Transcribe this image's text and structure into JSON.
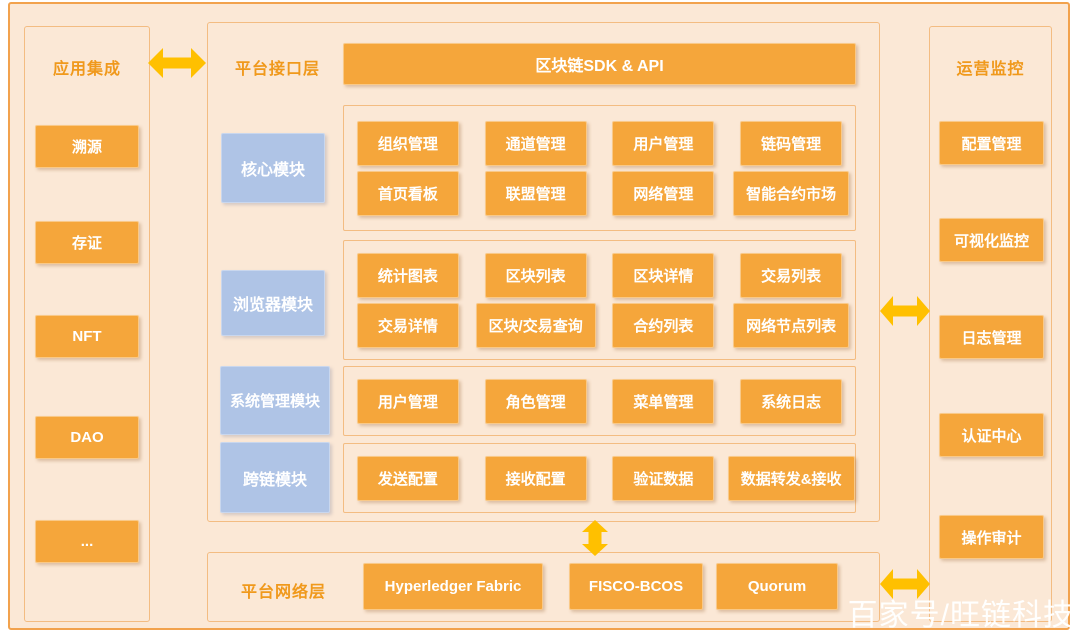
{
  "colors": {
    "accent_orange": "#f5a63b",
    "module_blue": "#afc4e6",
    "arrow_yellow": "#ffc000",
    "panel_bg": "#fbe8d6",
    "border_orange": "#f3bc82",
    "title_orange": "#f0991c",
    "box_text": "#ffffff"
  },
  "left_panel": {
    "title": "应用集成",
    "items": [
      "溯源",
      "存证",
      "NFT",
      "DAO",
      "..."
    ]
  },
  "interface_panel": {
    "title": "平台接口层",
    "sdk_bar": "区块链SDK & API",
    "groups": [
      {
        "module": "核心模块",
        "rows": [
          [
            "组织管理",
            "通道管理",
            "用户管理",
            "链码管理"
          ],
          [
            "首页看板",
            "联盟管理",
            "网络管理",
            "智能合约市场"
          ]
        ]
      },
      {
        "module": "浏览器模块",
        "rows": [
          [
            "统计图表",
            "区块列表",
            "区块详情",
            "交易列表"
          ],
          [
            "交易详情",
            "区块/交易查询",
            "合约列表",
            "网络节点列表"
          ]
        ]
      },
      {
        "module": "系统管理模块",
        "rows": [
          [
            "用户管理",
            "角色管理",
            "菜单管理",
            "系统日志"
          ]
        ]
      },
      {
        "module": "跨链模块",
        "rows": [
          [
            "发送配置",
            "接收配置",
            "验证数据",
            "数据转发&接收"
          ]
        ]
      }
    ]
  },
  "network_panel": {
    "title": "平台网络层",
    "items": [
      "Hyperledger Fabric",
      "FISCO-BCOS",
      "Quorum"
    ]
  },
  "right_panel": {
    "title": "运营监控",
    "items": [
      "配置管理",
      "可视化监控",
      "日志管理",
      "认证中心",
      "操作审计"
    ]
  },
  "watermark": "百家号/旺链科技",
  "arrows": {
    "left_interface": "bidirectional",
    "interface_right": "bidirectional",
    "interface_network": "bidirectional",
    "network_right": "bidirectional"
  }
}
